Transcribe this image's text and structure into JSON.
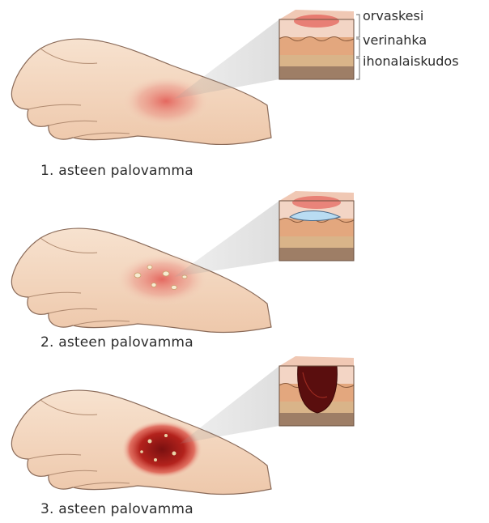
{
  "layers": {
    "epidermis": "orvaskesi",
    "dermis": "verinahka",
    "subcutis": "ihonalaiskudos"
  },
  "panels": [
    {
      "caption": "1. asteen palovamma",
      "degree": 1
    },
    {
      "caption": "2. asteen palovamma",
      "degree": 2
    },
    {
      "caption": "3. asteen palovamma",
      "degree": 3
    }
  ],
  "colors": {
    "skin": "#f6dcc6",
    "skin_shadow": "#e8bfa0",
    "outline": "#8a6a58",
    "burn_red": "#e2554f",
    "burn_dark": "#7a1010",
    "blister": "#b9dcf2",
    "fat": "#d9b489",
    "subcutis": "#9e7e66"
  }
}
